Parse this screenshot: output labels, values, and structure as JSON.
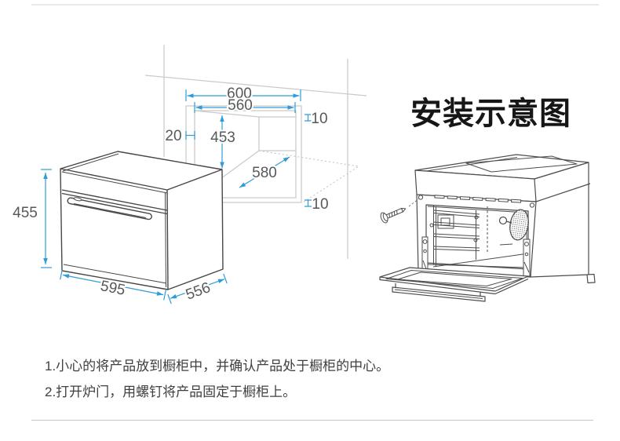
{
  "title": "安装示意图",
  "instructions": {
    "step1": "1.小心的将产品放到橱柜中，并确认产品处于橱柜的中心。",
    "step2": "2.打开炉门，用螺钉将产品固定于橱柜上。"
  },
  "dims": {
    "cutout_width_outer": "600",
    "cutout_width_inner": "560",
    "cutout_height": "453",
    "cutout_depth": "580",
    "gap_left": "20",
    "gap_top": "10",
    "gap_bottom": "10",
    "oven_height": "455",
    "oven_width": "595",
    "oven_depth": "556"
  },
  "colors": {
    "dimension_blue": "#2f9cd6",
    "drawing_dark": "#474747",
    "drawing_light": "#c9c9c9",
    "dim_text_gray": "#56585a"
  }
}
